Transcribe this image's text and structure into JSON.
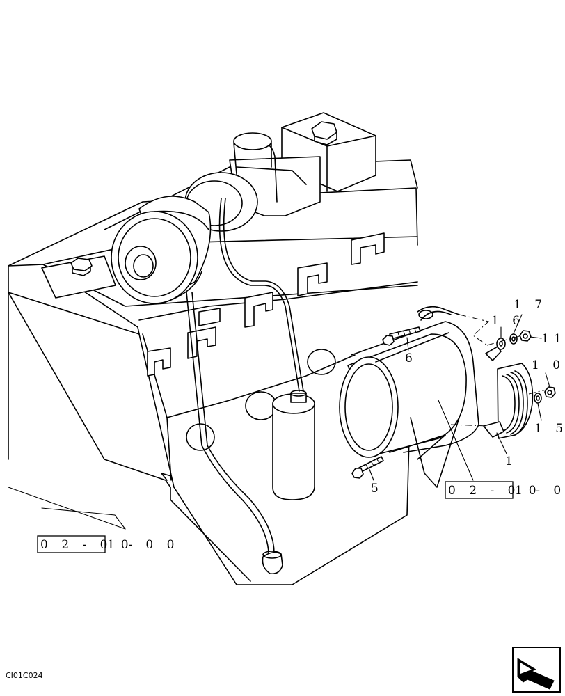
{
  "callouts": [
    {
      "id": "1",
      "text": "1"
    },
    {
      "id": "5",
      "text": "5"
    },
    {
      "id": "6",
      "text": "6"
    },
    {
      "id": "10",
      "text": "1 0"
    },
    {
      "id": "11",
      "text": "11"
    },
    {
      "id": "15",
      "text": "1 5"
    },
    {
      "id": "16",
      "text": "1 6"
    },
    {
      "id": "17",
      "text": "1 7"
    }
  ],
  "references": [
    {
      "boxed": "0 2 - 0 0",
      "rest": "1 - 0 0"
    },
    {
      "boxed": "0 2 - 0 0",
      "rest": "1 - 0 0"
    }
  ],
  "figure_code": "CI01C024",
  "icons": [
    "next-page-arrow-icon"
  ]
}
